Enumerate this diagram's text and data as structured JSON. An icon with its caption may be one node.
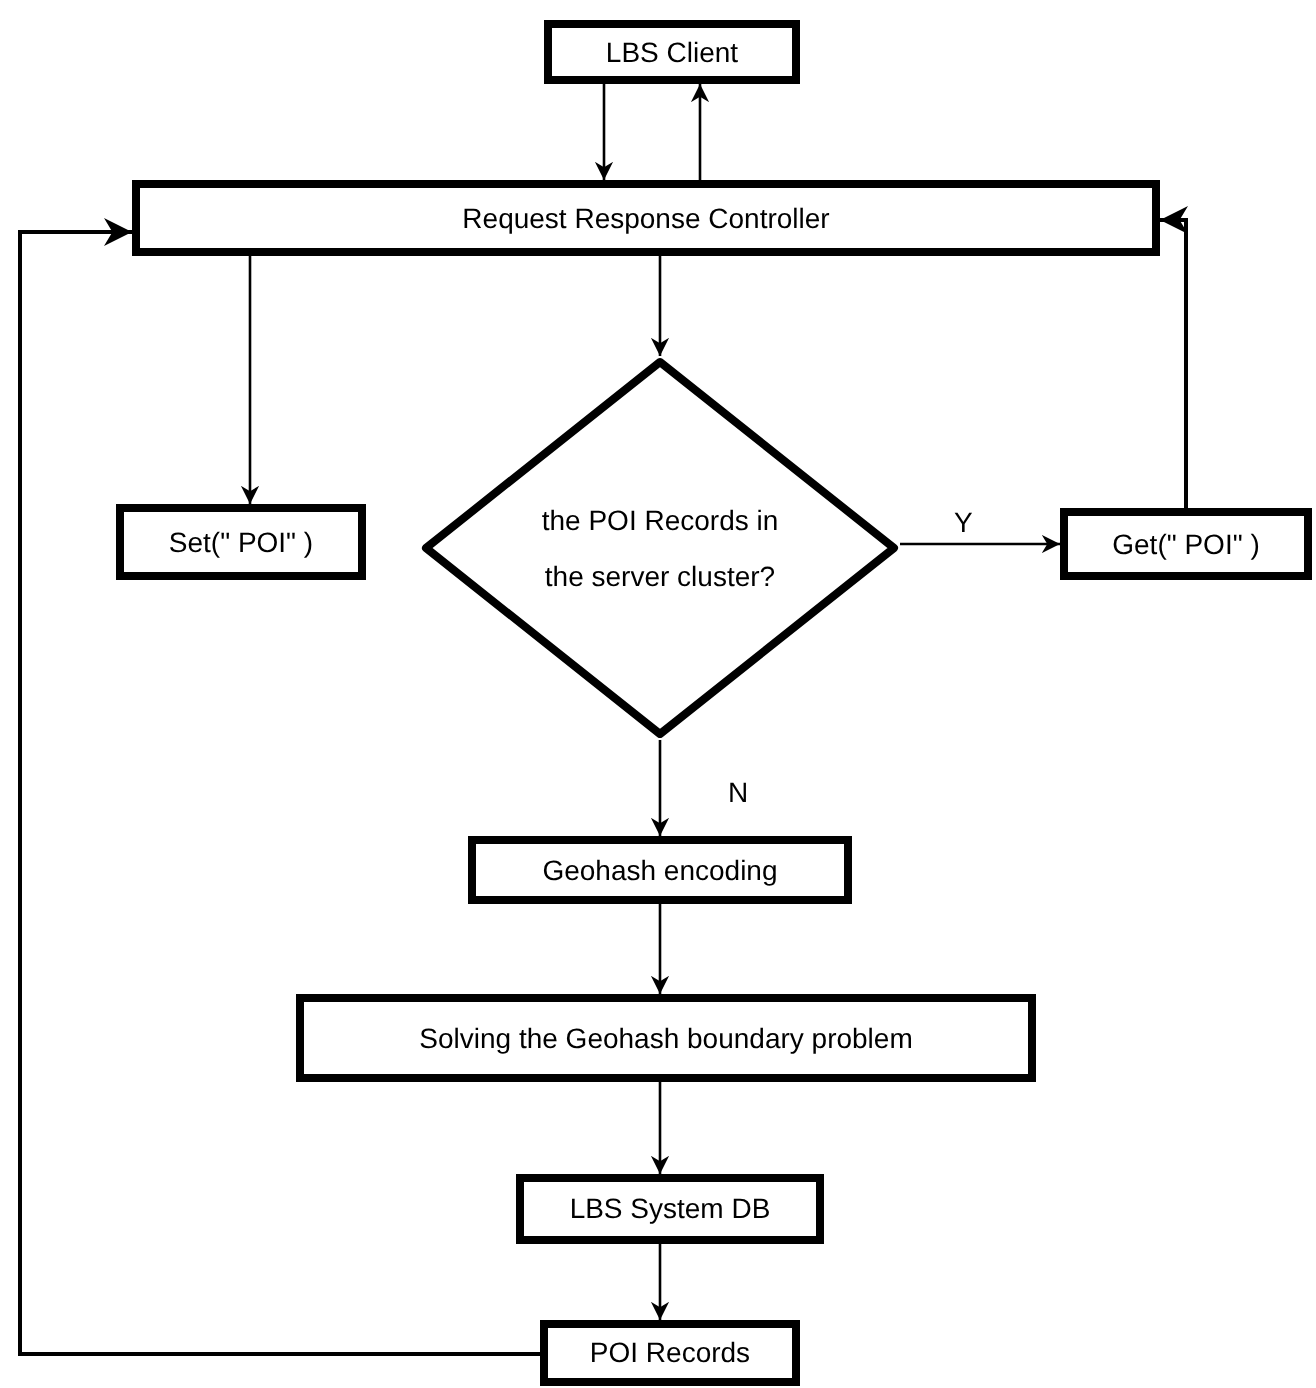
{
  "diagram": {
    "nodes": [
      {
        "text": [
          "LBS Client"
        ]
      },
      {
        "text": [
          "Request Response Controller"
        ]
      },
      {
        "text": [
          "Set(\" POI\" )"
        ]
      },
      {
        "text": [
          "the POI Records in the server cluster?"
        ]
      },
      {
        "text": [
          "Get(\" POI\" )"
        ]
      },
      {
        "text": [
          "Geohash encoding"
        ]
      },
      {
        "text": [
          "Solving the Geohash boundary problem"
        ]
      },
      {
        "text": [
          "LBS System DB"
        ]
      },
      {
        "text": [
          "POI Records"
        ]
      }
    ],
    "edges": [
      {
        "from": 0,
        "to": 1,
        "arrow": "to"
      },
      {
        "from": 1,
        "to": 0,
        "arrow": "to"
      },
      {
        "from": 1,
        "to": 2,
        "arrow": "to"
      },
      {
        "from": 1,
        "to": 3,
        "arrow": "to"
      },
      {
        "from": 3,
        "to": 4,
        "arrow": "to",
        "label": "Y"
      },
      {
        "from": 4,
        "to": 1,
        "arrow": "to"
      },
      {
        "from": 3,
        "to": 5,
        "arrow": "to",
        "label": "N"
      },
      {
        "from": 5,
        "to": 6,
        "arrow": "to"
      },
      {
        "from": 6,
        "to": 7,
        "arrow": "to"
      },
      {
        "from": 7,
        "to": 8,
        "arrow": "to"
      },
      {
        "from": 8,
        "to": 1,
        "arrow": "to"
      }
    ]
  }
}
